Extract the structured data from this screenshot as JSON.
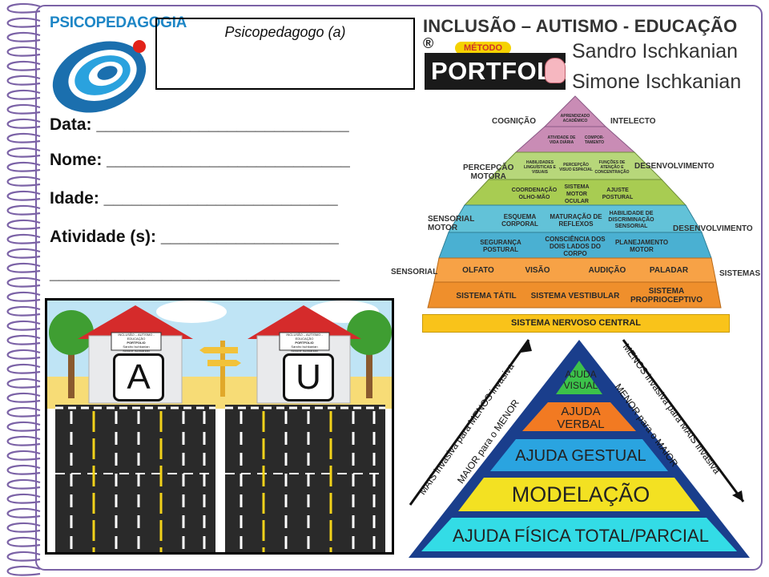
{
  "header": {
    "logo_text": "PSICOPEDAGOGIA",
    "psico_box_label": "Psicopedagogo (a)",
    "title": "INCLUSÃO – AUTISMO - EDUCAÇÃO",
    "registered": "®",
    "method_small": "MÉTODO",
    "method_big": "PORTFOLIO",
    "authors": [
      "Sandro Ischkanian",
      "Simone Ischkanian"
    ]
  },
  "form": {
    "data_label": "Data: ___________________________",
    "nome_label": "Nome: __________________________",
    "idade_label": "Idade: _________________________",
    "atividade_label": "Atividade (s): ___________________",
    "blank_line": "_______________________________"
  },
  "activity": {
    "letters": [
      "A",
      "U"
    ],
    "house_sign_lines": [
      "INCLUSÃO – AUTISMO - EDUCAÇÃO",
      "Sandro Ischkanian",
      "Simone Ischkanian"
    ],
    "house_sign_brand": "PORTFOLIO"
  },
  "dev_pyramid": {
    "side_left": [
      "COGNIÇÃO",
      "PERCEPÇÃO\nMOTORA",
      "SENSORIAL\nMOTOR",
      "SENSORIAL"
    ],
    "side_right": [
      "INTELECTO",
      "DESENVOLVIMENTO",
      "DESENVOLVIMENTO",
      "SISTEMAS"
    ],
    "top": "APRENDIZADO ACADÊMICO",
    "row2": [
      "ATIVIDADE DE VIDA DIÁRIA",
      "COMPOR-TAMENTO"
    ],
    "row3": [
      "HABILIDADES LINGUÍSTICAS E VISUAIS",
      "PERCEPÇÃO VISUO ESPACIAL",
      "FUNÇÕES DE ATENÇÃO E CONCENTRAÇÃO"
    ],
    "row4": [
      "COORDENAÇÃO OLHO-MÃO",
      "SISTEMA MOTOR OCULAR",
      "AJUSTE POSTURAL"
    ],
    "row5": [
      "ESQUEMA CORPORAL",
      "MATURAÇÃO DE REFLEXOS",
      "HABILIDADE DE DISCRIMINAÇÃO SENSORIAL"
    ],
    "row6": [
      "SEGURANÇA POSTURAL",
      "CONSCIÊNCIA DOS DOIS LADOS DO CORPO",
      "PLANEJAMENTO MOTOR"
    ],
    "row7": [
      "OLFATO",
      "VISÃO",
      "AUDIÇÃO",
      "PALADAR"
    ],
    "row8": [
      "SISTEMA TÁTIL",
      "SISTEMA VESTIBULAR",
      "SISTEMA PROPRIOCEPTIVO"
    ],
    "base": "SISTEMA NERVOSO CENTRAL",
    "colors": {
      "top": "#c98cb5",
      "row3": "#b7d77a",
      "row4": "#a8cc52",
      "row5": "#62c2d8",
      "row6": "#4ab0d2",
      "row7": "#f7a246",
      "row8": "#ef8f2c"
    }
  },
  "help_pyramid": {
    "levels": [
      "AJUDA VISUAL",
      "AJUDA VERBAL",
      "AJUDA GESTUAL",
      "MODELAÇÃO",
      "AJUDA FÍSICA TOTAL/PARCIAL"
    ],
    "colors": [
      "#3cc24a",
      "#f27a22",
      "#2aa4e0",
      "#f3e122",
      "#33dce6"
    ],
    "left_arrow_1": "MAIS invasiva para MENOS invasiva",
    "left_arrow_2": "MAIOR para o MENOR",
    "right_arrow_1": "MENOS invasiva para MAIS invasiva",
    "right_arrow_2": "MENOR para o MAIOR"
  }
}
